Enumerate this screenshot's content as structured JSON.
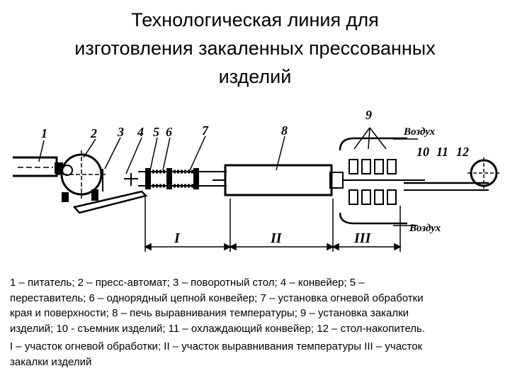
{
  "title": {
    "lines": [
      "Технологическая линия для",
      "изготовления закаленных прессованных",
      "изделий"
    ]
  },
  "diagram": {
    "callouts": [
      "1",
      "2",
      "3",
      "4",
      "5",
      "6",
      "7",
      "8",
      "9",
      "10",
      "11",
      "12"
    ],
    "air_top": "Воздух",
    "air_bottom": "Воздух",
    "section_marks": [
      "I",
      "II",
      "III"
    ]
  },
  "legend": {
    "components_lines": [
      "1 – питатель; 2 – пресс-автомат; 3 – поворотный стол; 4 – конвейер; 5 –",
      "переставитель; 6 – однорядный цепной конвейер; 7 – установка огневой обработки",
      "края и поверхности; 8 – печь выравнивания температуры; 9 – установка закалки",
      "изделий; 10 - съемник изделий; 11 – охлаждающий конвейер; 12 – стол-накопитель."
    ],
    "sections_lines": [
      "I – участок огневой обработки; II – участок выравнивания температуры III – участок",
      "закалки изделий"
    ]
  }
}
